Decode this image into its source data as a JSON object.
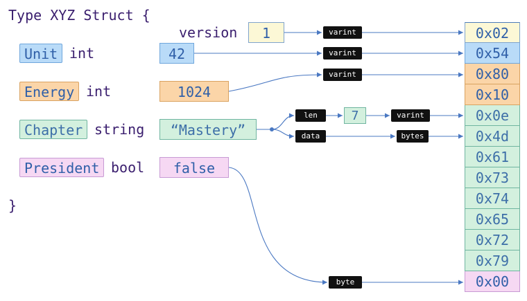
{
  "code": {
    "header": "Type XYZ Struct {",
    "footer": "}",
    "version_label": "version",
    "fields": [
      {
        "name": "Unit",
        "type": "int",
        "value": "42"
      },
      {
        "name": "Energy",
        "type": "int",
        "value": "1024"
      },
      {
        "name": "Chapter",
        "type": "string",
        "value": "“Mastery”"
      },
      {
        "name": "President",
        "type": "bool",
        "value": "false"
      }
    ],
    "version_value": "1"
  },
  "encoders": {
    "varint": "varint",
    "len": "len",
    "data": "data",
    "bytes": "bytes",
    "byte": "byte",
    "len_value": "7"
  },
  "bytes": [
    "0x02",
    "0x54",
    "0x80",
    "0x10",
    "0x0e",
    "0x4d",
    "0x61",
    "0x73",
    "0x74",
    "0x65",
    "0x72",
    "0x79",
    "0x00"
  ],
  "colors": {
    "version": "#fcf8d6",
    "unit": "#b9dbf8",
    "energy": "#fbd5a8",
    "chapter": "#d3f0de",
    "president": "#f6d8f3",
    "wire": "#4a78c2",
    "tag": "#111111"
  }
}
